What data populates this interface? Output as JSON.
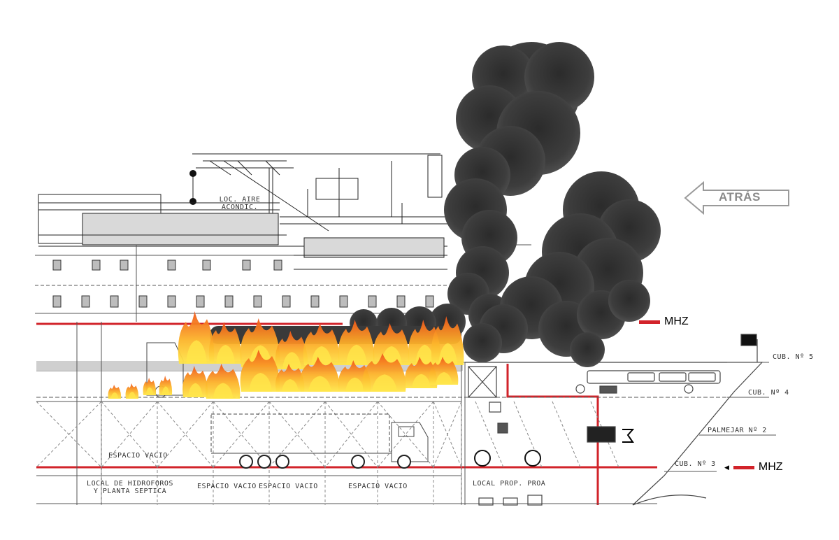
{
  "nav": {
    "back_label": "ATRÁS"
  },
  "markers": [
    {
      "label": "MHZ"
    },
    {
      "label": "MHZ"
    }
  ],
  "deck_labels": {
    "cub5": "CUB. Nº 5",
    "cub4": "CUB. Nº 4",
    "palmejar2": "PALMEJAR Nº 2",
    "cub3": "CUB. Nº 3"
  },
  "compartments": {
    "loc_aire_line1": "LOC. AIRE",
    "loc_aire_line2": "ACONDIC.",
    "espacio_vacio_top": "ESPACIO VACIO",
    "local_hidroforos_line1": "LOCAL DE HIDROFOROS",
    "local_hidroforos_line2": "Y PLANTA SEPTICA",
    "espacio_vacio_1": "ESPACIO VACIO",
    "espacio_vacio_2": "ESPACIO VACIO",
    "espacio_vacio_3": "ESPACIO VACIO",
    "local_prop_proa": "LOCAL PROP. PROA"
  },
  "colors": {
    "fire_line": "#d2232a",
    "smoke": "#3a3a3a",
    "fire_outer": "#f26b1d",
    "fire_inner": "#ffd23a"
  }
}
